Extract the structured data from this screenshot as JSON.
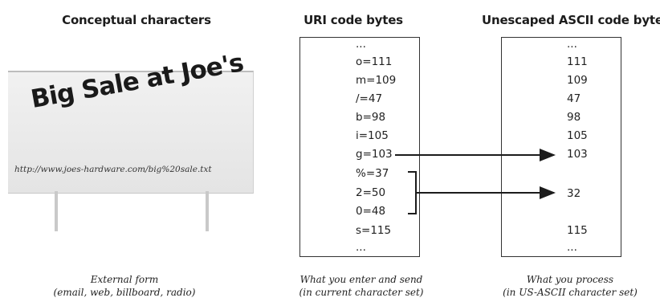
{
  "headers": {
    "conceptual": "Conceptual characters",
    "uri": "URI code bytes",
    "ascii": "Unescaped ASCII code byte"
  },
  "billboard": {
    "headline": "Big Sale at Joe's",
    "url": "http://www.joes-hardware.com/big%20sale.txt"
  },
  "uri_bytes": [
    "...",
    "o=111",
    "m=109",
    "/=47",
    "b=98",
    "i=105",
    "g=103",
    "%=37",
    "2=50",
    "0=48",
    "s=115",
    "..."
  ],
  "ascii_bytes": [
    "...",
    "111",
    "109",
    "47",
    "98",
    "105",
    "103",
    "32",
    "115",
    "..."
  ],
  "captions": {
    "external": [
      "External form",
      "(email, web, billboard, radio)"
    ],
    "enter": [
      "What you enter and send",
      "(in current character set)"
    ],
    "process": [
      "What you process",
      "(in US-ASCII character set)"
    ]
  }
}
